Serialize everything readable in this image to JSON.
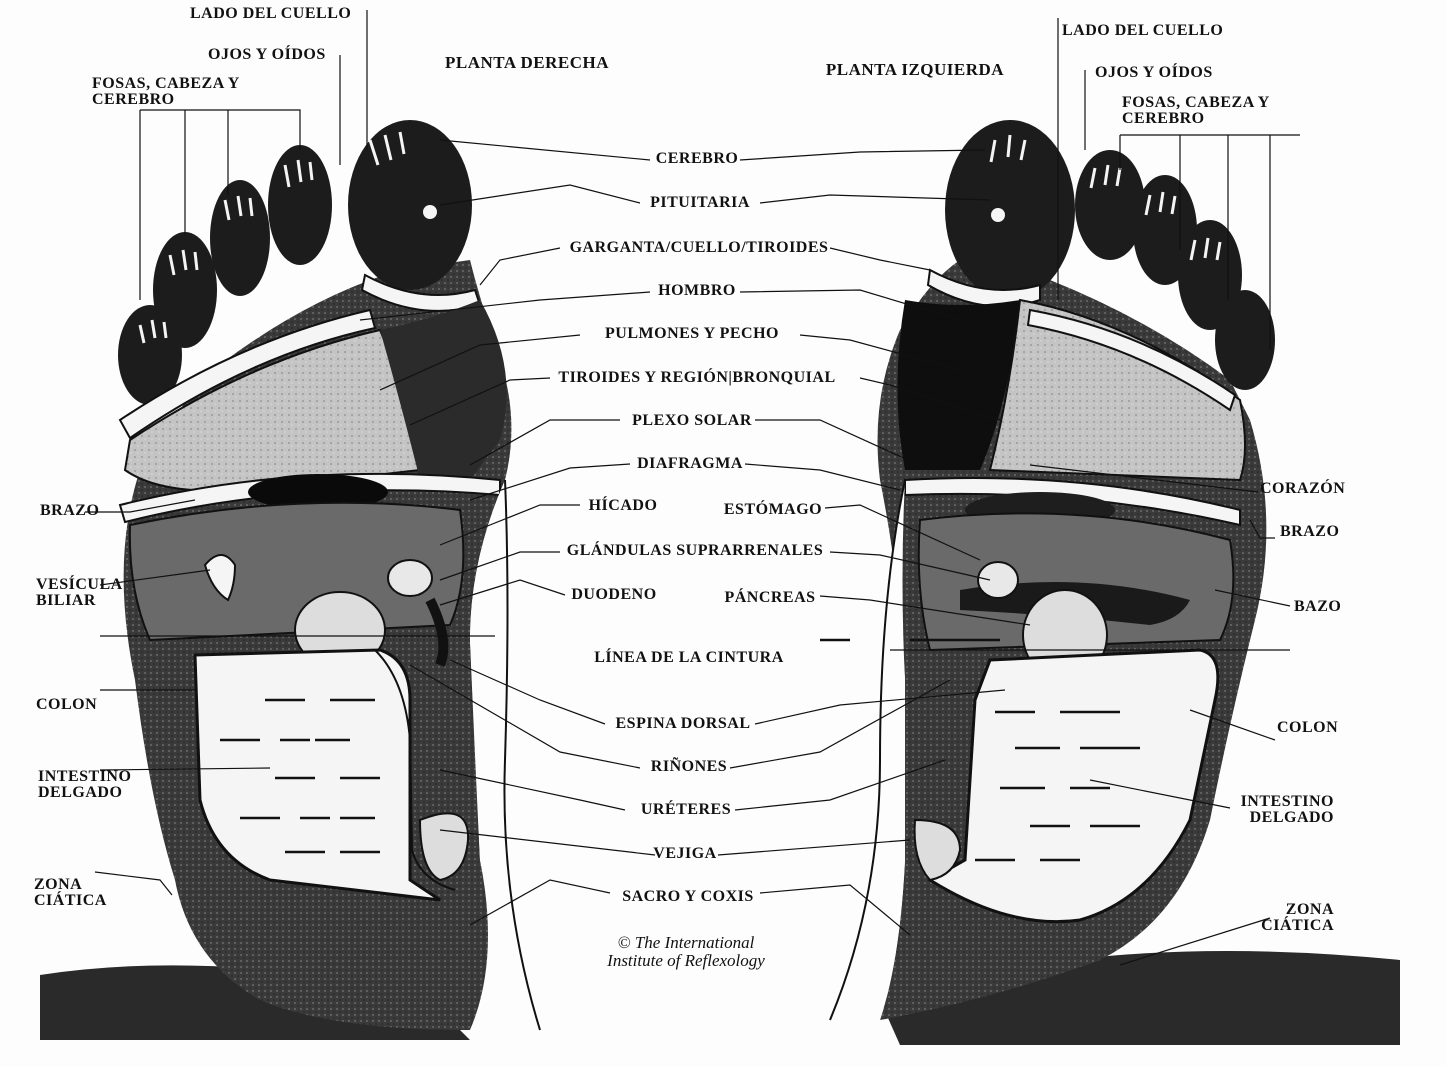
{
  "titles": {
    "right_sole": "PLANTA DERECHA",
    "left_sole": "PLANTA IZQUIERDA"
  },
  "left_labels": {
    "lado_cuello": "LADO DEL CUELLO",
    "ojos_oidos": "OJOS Y OÍDOS",
    "fosas_1": "FOSAS,  CABEZA  Y",
    "fosas_2": "CEREBRO",
    "brazo": "BRAZO",
    "vesicula_1": "VESÍCULA",
    "vesicula_2": "BILIAR",
    "colon": "COLON",
    "intestino_1": "INTESTINO",
    "intestino_2": "DELGADO",
    "zona_1": "ZONA",
    "zona_2": "CIÁTICA"
  },
  "right_labels": {
    "lado_cuello": "LADO DEL CUELLO",
    "ojos_oidos": "OJOS Y OÍDOS",
    "fosas_1": "FOSAS,  CABEZA  Y",
    "fosas_2": "CEREBRO",
    "corazon": "CORAZÓN",
    "brazo": "BRAZO",
    "bazo": "BAZO",
    "colon": "COLON",
    "intestino_1": "INTESTINO",
    "intestino_2": "DELGADO",
    "zona_1": "ZONA",
    "zona_2": "CIÁTICA"
  },
  "center_labels": {
    "cerebro": "CEREBRO",
    "pituitaria": "PITUITARIA",
    "garganta": "GARGANTA/CUELLO/TIROIDES",
    "hombro": "HOMBRO",
    "pulmones": "PULMONES  Y  PECHO",
    "tiroides_bronquial": "TIROIDES Y REGIÓN|BRONQUIAL",
    "plexo": "PLEXO SOLAR",
    "diafragma": "DIAFRAGMA",
    "higado": "HÍCADO",
    "estomago": "ESTÓMAGO",
    "glandulas": "GLÁNDULAS SUPRARRENALES",
    "duodeno": "DUODENO",
    "pancreas": "PÁNCREAS",
    "cintura": "LÍNEA  DE  LA  CINTURA",
    "espina": "ESPINA DORSAL",
    "rinones": "RIÑONES",
    "ureteres": "URÉTERES",
    "vejiga": "VEJIGA",
    "sacro": "SACRO Y COXIS"
  },
  "copyright": {
    "line1": "© The International",
    "line2": "Institute of Reflexology"
  },
  "colors": {
    "ink": "#111111",
    "dark_fill": "#1c1c1c",
    "mid_fill": "#4a4a4a",
    "light_fill": "#b8b8b8",
    "paper": "#fdfdfd"
  }
}
